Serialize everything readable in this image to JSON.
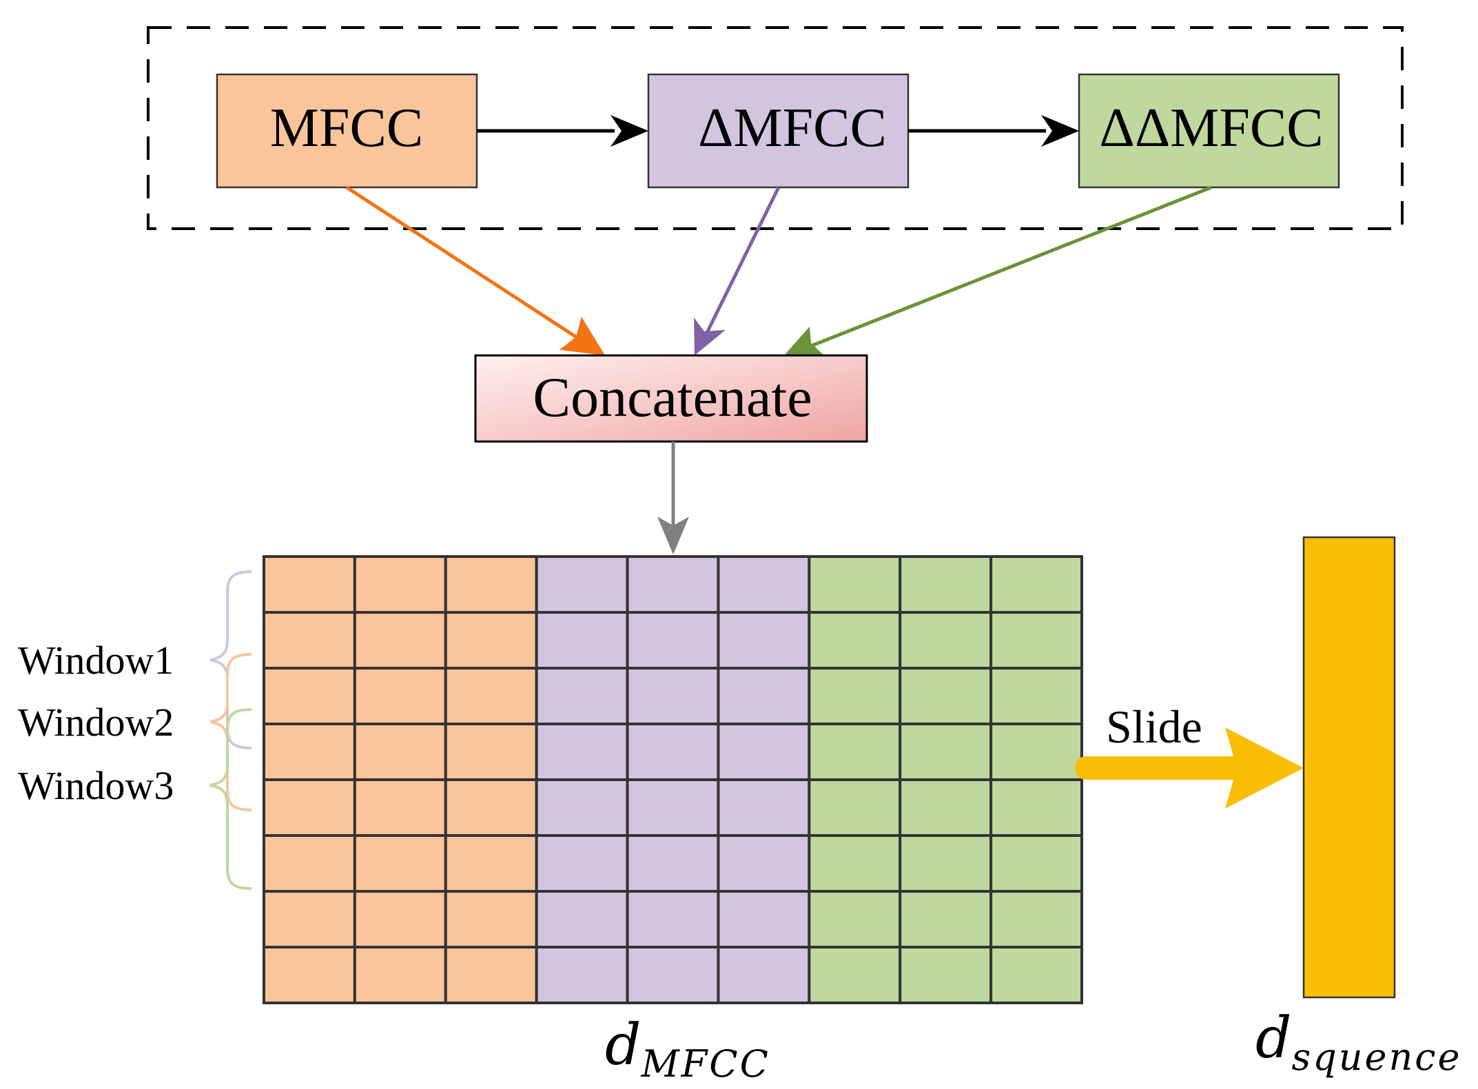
{
  "features": {
    "mfcc": "MFCC",
    "delta": "ΔMFCC",
    "delta_delta": "ΔΔMFCC"
  },
  "concatenate": "Concatenate",
  "windows": [
    "Window1",
    "Window2",
    "Window3"
  ],
  "slide": "Slide",
  "matrix_label": {
    "base": "d",
    "sub": "MFCC"
  },
  "sequence_label": {
    "base": "d",
    "sub": "squence"
  },
  "grid": {
    "rows": 8,
    "cols": 9,
    "groups": [
      "mfcc",
      "delta",
      "delta_delta"
    ],
    "cols_per_group": 3
  },
  "colors": {
    "mfcc": "#fbc49a",
    "delta": "#d3c5df",
    "delta_delta": "#bfd89e",
    "mfcc_arrow": "#f47314",
    "delta_arrow": "#8062a4",
    "delta_delta_arrow": "#6b9338",
    "slide_arrow": "#fbbe06",
    "sequence_bar": "#fbbe06",
    "down_arrow": "#808080",
    "grid_line": "#333333"
  }
}
